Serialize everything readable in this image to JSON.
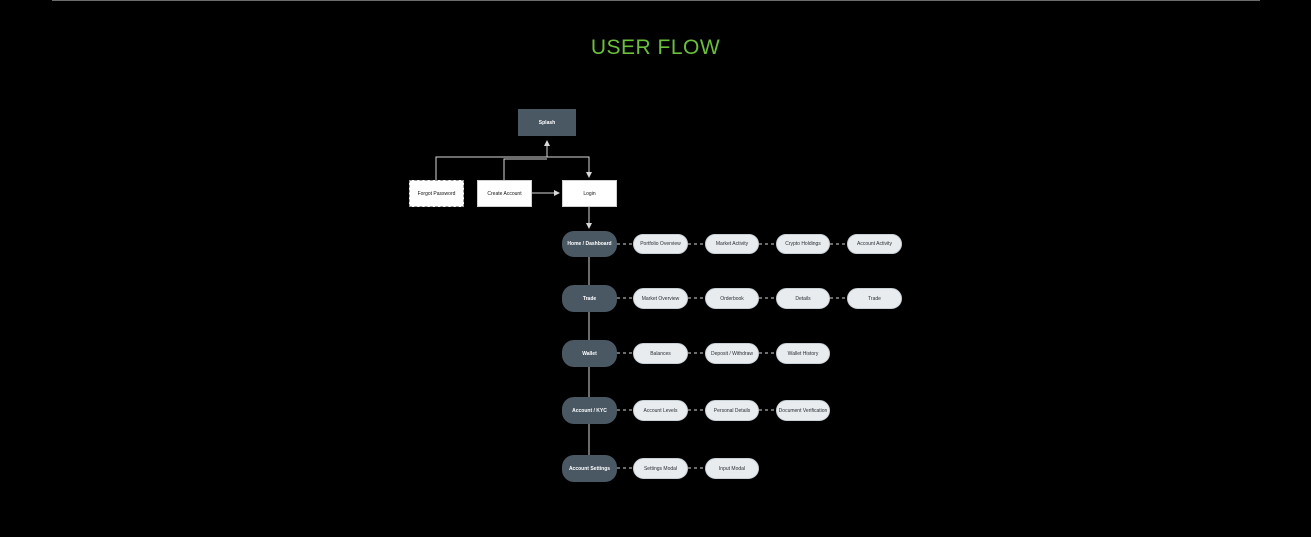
{
  "page": {
    "title": "USER FLOW"
  },
  "colors": {
    "background": "#000000",
    "title": "#6bbf3a",
    "section_node": "#4a5864",
    "subnode": "#e8ecef",
    "connector": "#d9d9d9"
  },
  "diagram": {
    "entry": {
      "splash": "Splash",
      "forgot_password": "Forgot Password",
      "create_account": "Create Account",
      "login": "Login"
    },
    "sections": [
      {
        "label": "Home / Dashboard",
        "children": [
          "Portfolio Overview",
          "Market Activity",
          "Crypto Holdings",
          "Account Activity"
        ]
      },
      {
        "label": "Trade",
        "children": [
          "Market Overview",
          "Orderbook",
          "Details",
          "Trade"
        ]
      },
      {
        "label": "Wallet",
        "children": [
          "Balances",
          "Deposit / Withdraw",
          "Wallet History"
        ]
      },
      {
        "label": "Account / KYC",
        "children": [
          "Account Levels",
          "Personal Details",
          "Document Verification"
        ]
      },
      {
        "label": "Account Settings",
        "children": [
          "Settings Modal",
          "Input Modal"
        ]
      }
    ]
  }
}
